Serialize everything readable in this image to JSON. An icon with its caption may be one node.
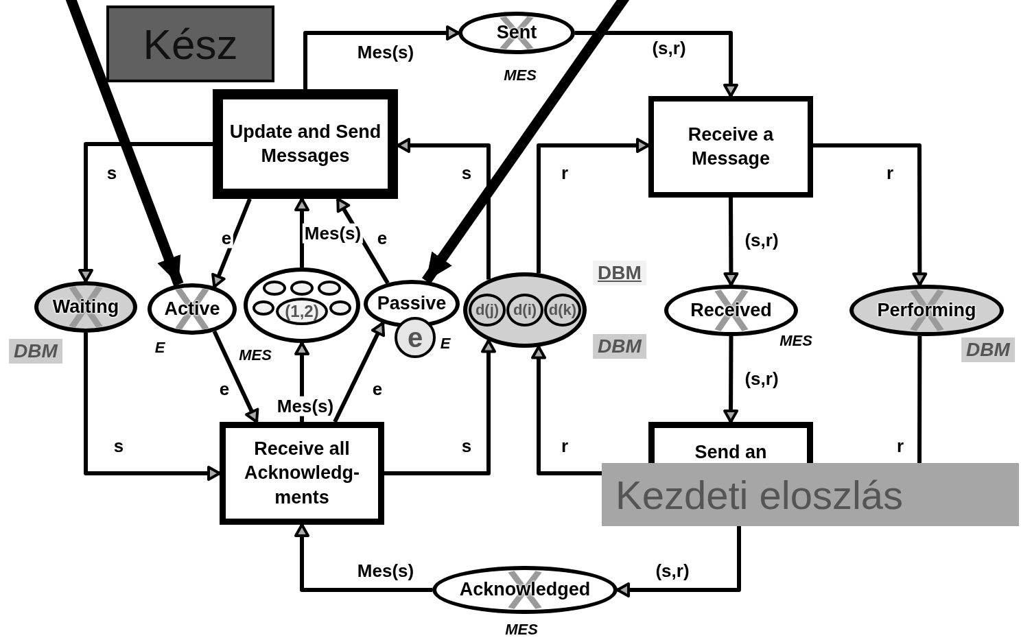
{
  "diagram": {
    "nodes": [
      {
        "text": [
          "Update and Send Messages"
        ]
      },
      {
        "text": [
          "Sent"
        ],
        "beside": [
          "MES"
        ]
      },
      {
        "text": [
          "Receive a Message"
        ]
      },
      {
        "text": [
          "Waiting"
        ],
        "beside": [
          "DBM"
        ]
      },
      {
        "text": [
          "Active"
        ],
        "beside": [
          "E"
        ]
      },
      {
        "text": [],
        "shape": "circle",
        "beside": [
          "MES"
        ]
      },
      {
        "text": [],
        "shape": "circle",
        "in": 5
      },
      {
        "text": [],
        "shape": "circle",
        "in": 5
      },
      {
        "text": [],
        "shape": "circle",
        "in": 5
      },
      {
        "text": [],
        "shape": "circle",
        "in": 5
      },
      {
        "text": [],
        "shape": "circle",
        "in": 5
      },
      {
        "text": [
          "(1,2)"
        ],
        "in": 5
      },
      {
        "text": [
          "Passive"
        ],
        "beside": [
          "E"
        ]
      },
      {
        "text": [
          "e"
        ]
      },
      {
        "text": [],
        "shape": "circle",
        "beside": [
          "DBM",
          "DBM"
        ]
      },
      {
        "text": [
          "d(j)"
        ],
        "in": 14
      },
      {
        "text": [
          "d(i)"
        ],
        "in": 14
      },
      {
        "text": [
          "d(k)"
        ],
        "in": 14
      },
      {
        "text": [
          "Received"
        ],
        "beside": [
          "MES"
        ]
      },
      {
        "text": [
          "Performing"
        ],
        "beside": [
          "DBM"
        ]
      },
      {
        "text": [
          "Receive all Acknowledg-ments"
        ]
      },
      {
        "text": [
          "Send an"
        ]
      },
      {
        "text": [
          "Acknowledged"
        ],
        "beside": [
          "MES"
        ]
      }
    ],
    "edges": [
      {
        "from": 0,
        "to": 1,
        "arrow": "to",
        "label": "Mes(s)"
      },
      {
        "from": 1,
        "to": 2,
        "arrow": "to",
        "label": "(s,r)"
      },
      {
        "from": 0,
        "to": 3,
        "arrow": "to",
        "label": "s"
      },
      {
        "from": 0,
        "to": 4,
        "arrow": "to",
        "label": "e"
      },
      {
        "from": 5,
        "to": 0,
        "arrow": "to",
        "label": "Mes(s)"
      },
      {
        "from": 12,
        "to": 0,
        "arrow": "to",
        "label": "e"
      },
      {
        "from": 14,
        "to": 0,
        "arrow": "to",
        "label": "s"
      },
      {
        "from": 14,
        "to": 2,
        "arrow": "to",
        "label": "r"
      },
      {
        "from": 2,
        "to": 18,
        "arrow": "to",
        "label": "(s,r)"
      },
      {
        "from": 2,
        "to": 19,
        "arrow": "to",
        "label": "r"
      },
      {
        "from": 18,
        "to": 21,
        "arrow": "to",
        "label": "(s,r)"
      },
      {
        "from": 3,
        "to": 20,
        "arrow": "to",
        "label": "s"
      },
      {
        "from": 4,
        "to": 20,
        "arrow": "to",
        "label": "e"
      },
      {
        "from": 20,
        "to": 5,
        "arrow": "to",
        "label": "Mes(s)"
      },
      {
        "from": 20,
        "to": 12,
        "arrow": "to",
        "label": "e"
      },
      {
        "from": 20,
        "to": 14,
        "arrow": "to",
        "label": "s"
      },
      {
        "from": 21,
        "to": 14,
        "arrow": "to",
        "label": "r"
      },
      {
        "from": 19,
        "to": 21,
        "arrow": "to",
        "label": "r"
      },
      {
        "from": 21,
        "to": 22,
        "arrow": "to",
        "label": "(s,r)"
      },
      {
        "from": 22,
        "to": 20,
        "arrow": "to",
        "label": "Mes(s)"
      },
      {
        "from": null,
        "to": 4,
        "arrow": "to",
        "style": "thick"
      },
      {
        "from": null,
        "to": 12,
        "arrow": "to",
        "style": "thick"
      }
    ],
    "labels": [
      "Kész",
      "Kezdeti eloszlás"
    ]
  }
}
